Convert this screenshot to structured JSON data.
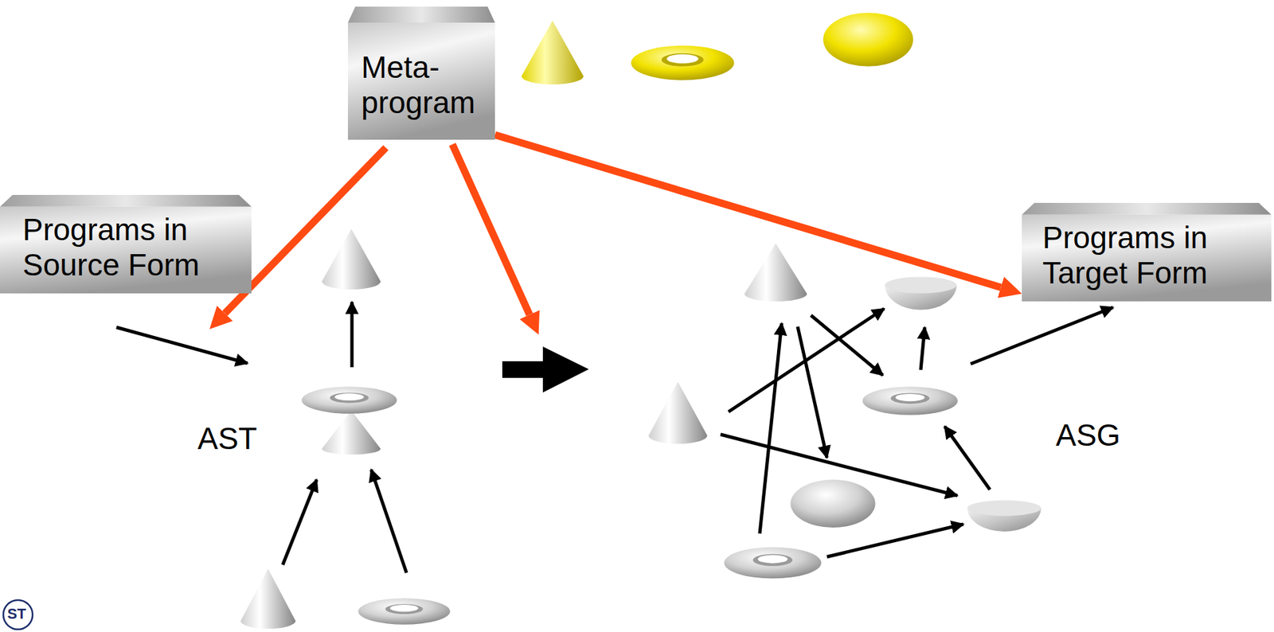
{
  "diagram": {
    "nodes": [
      {
        "text": [
          "Meta- program"
        ]
      },
      {
        "text": [
          "Programs in Source Form"
        ]
      },
      {
        "text": [
          "Programs in Target Form"
        ]
      }
    ],
    "edges": [
      {
        "from": 0,
        "to": 2,
        "arrow": "to"
      }
    ],
    "labels": [
      "AST",
      "ASG",
      "ST"
    ]
  }
}
